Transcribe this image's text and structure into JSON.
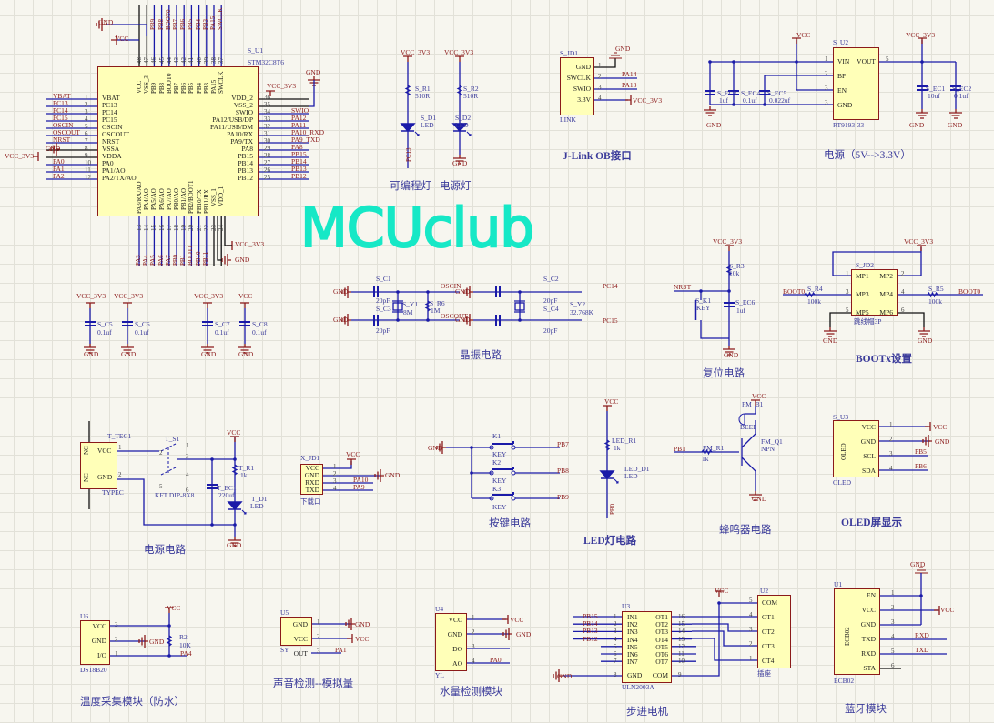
{
  "logo": "MCUclub",
  "mcu": {
    "designator": "S_U1",
    "part": "STM32C8T6",
    "gnd_top": "GND",
    "vcc_top": "VCC",
    "vcc_right": "VCC_3V3",
    "gnd_right": "GND",
    "vcc_bottom": "VCC_3V3",
    "gnd_bottom": "GND",
    "gnd_left": "GND",
    "vcc_left": "VCC_3V3",
    "left": [
      {
        "num": "1",
        "name": "VBAT",
        "net": "VBAT"
      },
      {
        "num": "2",
        "name": "PC13",
        "net": "PC13"
      },
      {
        "num": "3",
        "name": "PC14",
        "net": "PC14"
      },
      {
        "num": "4",
        "name": "PC15",
        "net": "PC15"
      },
      {
        "num": "5",
        "name": "OSCIN",
        "net": "OSCIN"
      },
      {
        "num": "6",
        "name": "OSCOUT",
        "net": "OSCOUT"
      },
      {
        "num": "7",
        "name": "NRST",
        "net": "NRST"
      },
      {
        "num": "8",
        "name": "VSSA",
        "net": ""
      },
      {
        "num": "9",
        "name": "VDDA",
        "net": ""
      },
      {
        "num": "10",
        "name": "PA0",
        "net": "PA0"
      },
      {
        "num": "11",
        "name": "PA1/AO",
        "net": "PA1"
      },
      {
        "num": "12",
        "name": "PA2/TX/AO",
        "net": "PA2"
      }
    ],
    "right": [
      {
        "num": "36",
        "name": "VDD_2",
        "net": ""
      },
      {
        "num": "35",
        "name": "VSS_2",
        "net": ""
      },
      {
        "num": "34",
        "name": "SWIO",
        "net": "SWIO"
      },
      {
        "num": "33",
        "name": "PA12/USB/DP",
        "net": "PA12"
      },
      {
        "num": "32",
        "name": "PA11/USB/DM",
        "net": "PA11"
      },
      {
        "num": "31",
        "name": "PA10/RX",
        "net": "PA10_RXD"
      },
      {
        "num": "30",
        "name": "PA9/TX",
        "net": "PA9_TXD"
      },
      {
        "num": "29",
        "name": "PA8",
        "net": "PA8"
      },
      {
        "num": "28",
        "name": "PB15",
        "net": "PB15"
      },
      {
        "num": "27",
        "name": "PB14",
        "net": "PB14"
      },
      {
        "num": "26",
        "name": "PB13",
        "net": "PB13"
      },
      {
        "num": "25",
        "name": "PB12",
        "net": "PB12"
      }
    ],
    "top": [
      {
        "num": "48",
        "name": "VCC",
        "net": ""
      },
      {
        "num": "47",
        "name": "VSS_3",
        "net": ""
      },
      {
        "num": "46",
        "name": "PB9",
        "net": "PB9"
      },
      {
        "num": "45",
        "name": "PB8",
        "net": "PB8"
      },
      {
        "num": "44",
        "name": "BOOT0",
        "net": "BOOT0"
      },
      {
        "num": "43",
        "name": "PB7",
        "net": "PB7"
      },
      {
        "num": "42",
        "name": "PB6",
        "net": "PB6"
      },
      {
        "num": "41",
        "name": "PB5",
        "net": "PB5"
      },
      {
        "num": "40",
        "name": "PB4",
        "net": "PB4"
      },
      {
        "num": "39",
        "name": "PB3",
        "net": "PB3"
      },
      {
        "num": "38",
        "name": "PA15",
        "net": "PA15"
      },
      {
        "num": "37",
        "name": "SWCLK",
        "net": "SWCLK"
      }
    ],
    "bottom": [
      {
        "num": "13",
        "name": "PA3/RX/AO",
        "net": "PA3"
      },
      {
        "num": "14",
        "name": "PA4/AO",
        "net": "PA4"
      },
      {
        "num": "15",
        "name": "PA5/AO",
        "net": "PA5"
      },
      {
        "num": "16",
        "name": "PA6/AO",
        "net": "PA6"
      },
      {
        "num": "17",
        "name": "PA7/AO",
        "net": "PA7"
      },
      {
        "num": "18",
        "name": "PB0/AO",
        "net": "PB0"
      },
      {
        "num": "19",
        "name": "PB1/AO",
        "net": "PB1"
      },
      {
        "num": "20",
        "name": "PB2/BOOT1",
        "net": "BOOT1"
      },
      {
        "num": "21",
        "name": "PB10/TX",
        "net": "PB10"
      },
      {
        "num": "22",
        "name": "PB11/RX",
        "net": "PB11"
      },
      {
        "num": "23",
        "name": "VSS_1",
        "net": ""
      },
      {
        "num": "24",
        "name": "VDD_1",
        "net": ""
      }
    ]
  },
  "leds": {
    "vcc1": "VCC_3V3",
    "r1": "S_R1",
    "r1v": "510R",
    "d1": "S_D1",
    "d1v": "LED",
    "net": "PC13",
    "vcc2": "VCC_3V3",
    "r2": "S_R2",
    "r2v": "510R",
    "d2": "S_D2",
    "d2v": "LED",
    "gnd": "GND",
    "title1": "可编程灯",
    "title2": "电源灯"
  },
  "jlink": {
    "designator": "S_JD1",
    "part": "LINK",
    "gnd": "GND",
    "net2": "PA14",
    "net3": "PA13",
    "net4": "VCC_3V3",
    "pins": [
      {
        "num": "1",
        "name": "GND"
      },
      {
        "num": "2",
        "name": "SWCLK"
      },
      {
        "num": "3",
        "name": "SWIO"
      },
      {
        "num": "4",
        "name": "3.3V"
      }
    ],
    "title": "J-Link OB接口"
  },
  "regulator": {
    "designator": "S_U2",
    "part": "RT9193-33",
    "vcc": "VCC",
    "vout": "VCC_3V3",
    "left": [
      {
        "num": "1",
        "name": "VIN"
      },
      {
        "num": "2",
        "name": "BP"
      },
      {
        "num": "3",
        "name": "EN"
      },
      {
        "num": "3",
        "name": "GND"
      }
    ],
    "right": [
      {
        "num": "5",
        "name": "VOUT"
      }
    ],
    "caps": [
      {
        "ref": "S_EC3",
        "value": "1uf"
      },
      {
        "ref": "S_EC4",
        "value": "0.1uf"
      },
      {
        "ref": "S_EC5",
        "value": "0.022uf"
      },
      {
        "ref": "S_EC1",
        "value": "10uf"
      },
      {
        "ref": "S_EC2",
        "value": "0.1uf"
      }
    ],
    "gnd": "GND",
    "title": "电源（5V-->3.3V）"
  },
  "decoupling": [
    {
      "ref": "S_C5",
      "value": "0.1uf",
      "supply": "VCC_3V3",
      "gnd": "GND"
    },
    {
      "ref": "S_C6",
      "value": "0.1uf",
      "supply": "VCC_3V3",
      "gnd": "GND"
    },
    {
      "ref": "S_C7",
      "value": "0.1uf",
      "supply": "VCC_3V3",
      "gnd": "GND"
    },
    {
      "ref": "S_C8",
      "value": "0.1uf",
      "supply": "VCC",
      "gnd": "GND"
    }
  ],
  "crystal": {
    "gnd": "GND",
    "c1": "S_C1",
    "c1v": "20pF",
    "c3": "S_C3",
    "c3v": "20pF",
    "y1": "S_Y1",
    "y1v": "8M",
    "r6": "S_R6",
    "r6v": "1M",
    "oscin": "OSCIN",
    "oscout": "OSCOUT",
    "c2": "S_C2",
    "c2v": "20pF",
    "c4": "S_C4",
    "c4v": "20pF",
    "y2": "S_Y2",
    "y2v": "32.768K",
    "pc14": "PC14",
    "pc15": "PC15",
    "title": "晶振电路"
  },
  "reset": {
    "vcc": "VCC_3V3",
    "r3": "S_R3",
    "r3v": "10k",
    "nrst": "NRST",
    "k1": "S_K1",
    "k1v": "KEY",
    "ec6": "S_EC6",
    "ec6v": "1uf",
    "gnd": "GND",
    "title": "复位电路"
  },
  "boot": {
    "vcc": "VCC_3V3",
    "designator": "S_JD2",
    "part": "跳线帽3P",
    "net_left": "BOOT0",
    "net_right": "BOOT0",
    "r4": "S_R4",
    "r4v": "100k",
    "r5": "S_R5",
    "r5v": "100k",
    "gnd": "GND",
    "left": [
      {
        "num": "1",
        "name": "MP1"
      },
      {
        "num": "3",
        "name": "MP3"
      },
      {
        "num": "5",
        "name": "MP5"
      }
    ],
    "right": [
      {
        "num": "2",
        "name": "MP2"
      },
      {
        "num": "4",
        "name": "MP4"
      },
      {
        "num": "6",
        "name": "MP6"
      }
    ],
    "title": "BOOTx设置"
  },
  "usb_power": {
    "designator": "T_TEC1",
    "part": "TYPEC",
    "vcc_pin": "VCC",
    "gnd_pin": "GND",
    "nc": "NC",
    "n1": "1",
    "n2": "2",
    "switch": "T_S1",
    "switch_part": "KFT DIP-8X8",
    "sw_pins": [
      "1",
      "2",
      "3",
      "4",
      "5",
      "6"
    ],
    "vcc": "VCC",
    "r1": "T_R1",
    "r1v": "1k",
    "ec1": "T_EC1",
    "ec1v": "220uf",
    "d1": "T_D1",
    "d1v": "LED",
    "gnd": "GND",
    "title": "电源电路"
  },
  "download": {
    "designator": "X_JD1",
    "part": "下载口",
    "vcc": "VCC",
    "gnd": "GND",
    "net3": "PA10",
    "net4": "PA9",
    "pins": [
      {
        "num": "1",
        "name": "VCC"
      },
      {
        "num": "2",
        "name": "GND"
      },
      {
        "num": "3",
        "name": "RXD"
      },
      {
        "num": "4",
        "name": "TXD"
      }
    ]
  },
  "keys": {
    "gnd": "GND",
    "items": [
      {
        "ref": "K1",
        "value": "KEY",
        "net": "PB7"
      },
      {
        "ref": "K2",
        "value": "KEY",
        "net": "PB8"
      },
      {
        "ref": "K3",
        "value": "KEY",
        "net": "PB9"
      }
    ],
    "title": "按键电路"
  },
  "led_circuit": {
    "vcc": "VCC",
    "r1": "LED_R1",
    "r1v": "1k",
    "d1": "LED_D1",
    "d1v": "LED",
    "net": "PB0",
    "title": "LED灯电路"
  },
  "buzzer": {
    "vcc": "VCC",
    "b1": "FM_B1",
    "b1v": "BEEP",
    "q1": "FM_Q1",
    "q1v": "NPN",
    "net": "PB1",
    "r1": "FM_R1",
    "r1v": "1k",
    "gnd": "GND",
    "title": "蜂鸣器电路"
  },
  "oled": {
    "designator": "S_U3",
    "part": "OLED",
    "body": "OLED",
    "vcc": "VCC",
    "gnd": "GND",
    "net3": "PB5",
    "net4": "PB6",
    "pins": [
      {
        "num": "1",
        "name": "VCC"
      },
      {
        "num": "2",
        "name": "GND"
      },
      {
        "num": "3",
        "name": "SCL"
      },
      {
        "num": "4",
        "name": "SDA"
      }
    ],
    "title": "OLED屏显示"
  },
  "temp": {
    "designator": "U6",
    "part": "DS18B20",
    "vcc": "VCC",
    "r2": "R2",
    "r2v": "10K",
    "gnd": "GND",
    "net": "PA4",
    "pins": [
      {
        "num": "3",
        "name": "VCC"
      },
      {
        "num": "2",
        "name": "GND"
      },
      {
        "num": "1",
        "name": "I/O"
      }
    ],
    "title": "温度采集模块（防水）"
  },
  "sound": {
    "designator": "U5",
    "part": "SY",
    "gnd": "GND",
    "vcc": "VCC",
    "net": "PA1",
    "pins": [
      {
        "num": "1",
        "name": "GND"
      },
      {
        "num": "2",
        "name": "VCC"
      },
      {
        "num": "3",
        "name": "OUT"
      }
    ],
    "title": "声音检测--模拟量"
  },
  "water": {
    "designator": "U4",
    "part": "YL",
    "vcc": "VCC",
    "gnd": "GND",
    "net": "PA0",
    "pins": [
      {
        "num": "1",
        "name": "VCC"
      },
      {
        "num": "2",
        "name": "GND"
      },
      {
        "num": "3",
        "name": "DO"
      },
      {
        "num": "4",
        "name": "AO"
      }
    ],
    "title": "水量检测模块"
  },
  "stepper": {
    "designator": "U3",
    "part": "ULN2003A",
    "gnd": "GND",
    "vcc": "VCC",
    "nets": [
      "PB15",
      "PB14",
      "PB13",
      "PB12"
    ],
    "left": [
      {
        "num": "1",
        "name": "IN1"
      },
      {
        "num": "2",
        "name": "IN2"
      },
      {
        "num": "3",
        "name": "IN3"
      },
      {
        "num": "4",
        "name": "IN4"
      },
      {
        "num": "5",
        "name": "IN5"
      },
      {
        "num": "6",
        "name": "IN6"
      },
      {
        "num": "7",
        "name": "IN7"
      },
      {
        "num": "8",
        "name": "GND"
      }
    ],
    "right": [
      {
        "num": "16",
        "name": "OT1"
      },
      {
        "num": "15",
        "name": "OT2"
      },
      {
        "num": "14",
        "name": "OT3"
      },
      {
        "num": "13",
        "name": "OT4"
      },
      {
        "num": "12",
        "name": "OT5"
      },
      {
        "num": "11",
        "name": "OT6"
      },
      {
        "num": "10",
        "name": "OT7"
      },
      {
        "num": "9",
        "name": "COM"
      }
    ],
    "socket": {
      "designator": "U2",
      "part": "插座",
      "pins": [
        {
          "num": "5",
          "name": "COM"
        },
        {
          "num": "4",
          "name": "OT1"
        },
        {
          "num": "3",
          "name": "OT2"
        },
        {
          "num": "2",
          "name": "OT3"
        },
        {
          "num": "1",
          "name": "CT4"
        }
      ]
    },
    "title": "步进电机"
  },
  "bluetooth": {
    "designator": "U1",
    "part": "ECB02",
    "body": "ECB02",
    "gnd": "GND",
    "vcc": "VCC",
    "net4": "RXD",
    "net5": "TXD",
    "pins": [
      {
        "num": "1",
        "name": "EN"
      },
      {
        "num": "2",
        "name": "VCC"
      },
      {
        "num": "3",
        "name": "GND"
      },
      {
        "num": "4",
        "name": "TXD"
      },
      {
        "num": "5",
        "name": "RXD"
      },
      {
        "num": "6",
        "name": "STA"
      }
    ],
    "title": "蓝牙模块"
  }
}
